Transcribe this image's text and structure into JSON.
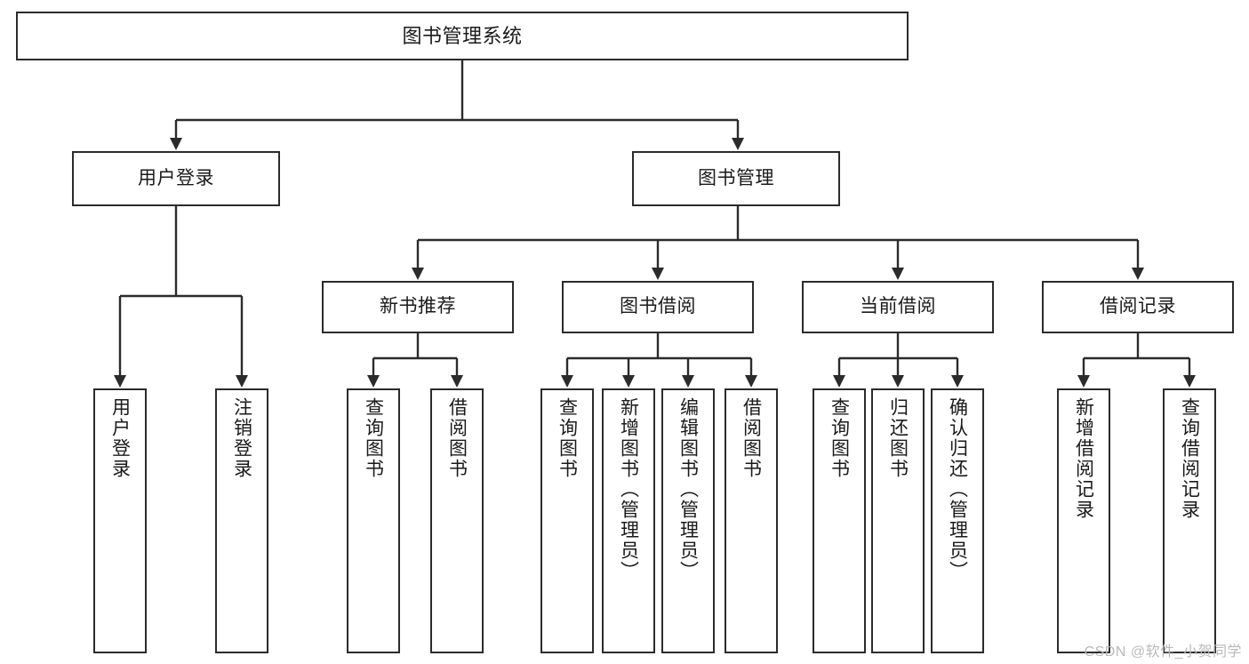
{
  "diagram": {
    "title": "图书管理系统",
    "type": "tree",
    "colors": {
      "stroke": "#2b2b2b",
      "fill": "#ffffff",
      "text": "#1a1a1a",
      "watermark": "#b9b9b9"
    },
    "watermark": "CSDN @软件_小贺同学"
  },
  "nodes": {
    "root": {
      "label": "图书管理系统"
    },
    "level2": [
      {
        "id": "user-login",
        "label": "用户登录"
      },
      {
        "id": "book-manage",
        "label": "图书管理"
      }
    ],
    "level3": [
      {
        "id": "new-book-recommend",
        "label": "新书推荐"
      },
      {
        "id": "book-borrow",
        "label": "图书借阅"
      },
      {
        "id": "current-borrow",
        "label": "当前借阅"
      },
      {
        "id": "borrow-record",
        "label": "借阅记录"
      }
    ],
    "leaves": {
      "user_login": [
        {
          "id": "leaf-user-login",
          "label": "用户登录"
        },
        {
          "id": "leaf-logout-login",
          "label": "注销登录"
        }
      ],
      "new_book_recommend": [
        {
          "id": "leaf-query-book-1",
          "label": "查询图书"
        },
        {
          "id": "leaf-borrow-book-1",
          "label": "借阅图书"
        }
      ],
      "book_borrow": [
        {
          "id": "leaf-query-book-2",
          "label": "查询图书"
        },
        {
          "id": "leaf-add-book",
          "label": "新增图书（管理员）"
        },
        {
          "id": "leaf-edit-book",
          "label": "编辑图书（管理员）"
        },
        {
          "id": "leaf-borrow-book-2",
          "label": "借阅图书"
        }
      ],
      "current_borrow": [
        {
          "id": "leaf-query-book-3",
          "label": "查询图书"
        },
        {
          "id": "leaf-return-book",
          "label": "归还图书"
        },
        {
          "id": "leaf-confirm-return",
          "label": "确认归还（管理员）"
        }
      ],
      "borrow_record": [
        {
          "id": "leaf-add-record",
          "label": "新增借阅记录"
        },
        {
          "id": "leaf-query-record",
          "label": "查询借阅记录"
        }
      ]
    }
  }
}
